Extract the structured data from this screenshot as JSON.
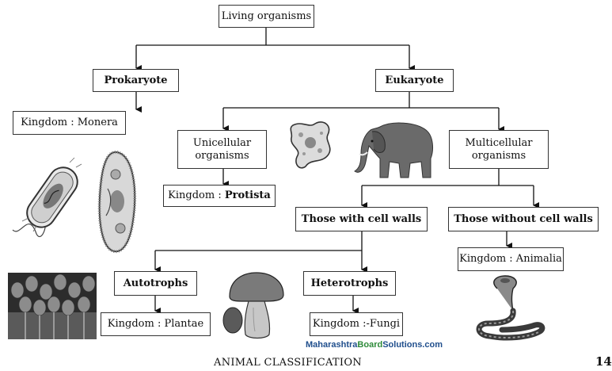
{
  "nodes": {
    "root": "Living organisms",
    "prokaryote": "Prokaryote",
    "eukaryote": "Eukaryote",
    "monera": "Kingdom : Monera",
    "unicellular_line1": "Unicellular",
    "unicellular_line2": "organisms",
    "protista_prefix": "Kingdom : ",
    "protista_name": "Protista",
    "multicellular_line1": "Multicellular",
    "multicellular_line2": "organisms",
    "cell_walls": "Those with cell walls",
    "no_cell_walls": "Those without cell walls",
    "animalia": "Kingdom : Animalia",
    "autotrophs": "Autotrophs",
    "heterotrophs": "Heterotrophs",
    "plantae": "Kingdom : Plantae",
    "fungi": "Kingdom :-Fungi"
  },
  "caption": "ANIMAL CLASSIFICATION",
  "page_number": "14",
  "watermark": {
    "part1": "Maharashtra",
    "part2": "Board",
    "part3": "Solutions.com"
  },
  "illustrations": [
    "bacterium",
    "paramecium",
    "amoeba",
    "elephant",
    "tulips",
    "mushroom",
    "cobra"
  ],
  "colors": {
    "box_border": "#333333",
    "watermark_blue": "#1f4e8c",
    "watermark_green": "#2e8b3a"
  }
}
